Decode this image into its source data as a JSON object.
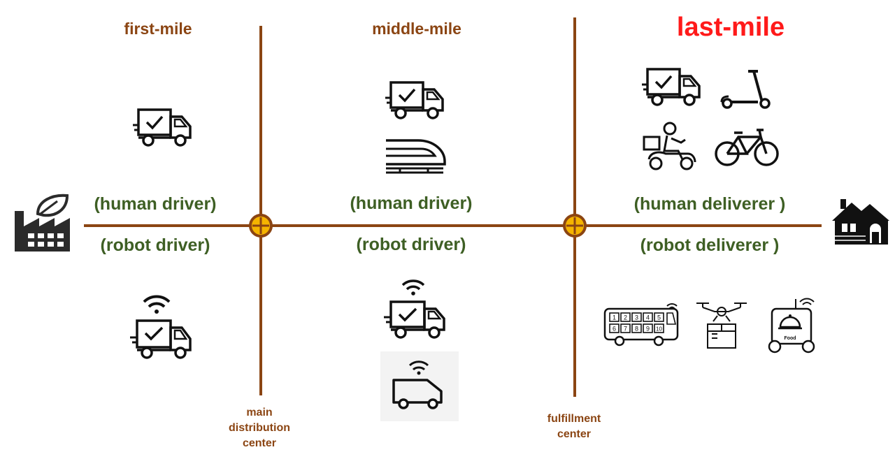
{
  "stages": {
    "first_mile": "first-mile",
    "middle_mile": "middle-mile",
    "last_mile": "last-mile"
  },
  "roles": {
    "first_human": "(human driver)",
    "first_robot": "(robot driver)",
    "middle_human": "(human driver)",
    "middle_robot": "(robot driver)",
    "last_human": "(human deliverer )",
    "last_robot": "(robot deliverer )"
  },
  "nodes": {
    "main_distribution_center": [
      "main",
      "distribution",
      "center"
    ],
    "fulfillment_center": [
      "fulfillment",
      "center"
    ]
  },
  "locker_numbers": [
    "1",
    "2",
    "3",
    "4",
    "5",
    "6",
    "7",
    "8",
    "9",
    "10"
  ],
  "robot_label": "Food",
  "colors": {
    "line": "#8B4513",
    "node_fill": "#f5b400",
    "stage": "#8B4513",
    "highlight": "#ff1a1a",
    "role": "#3e5f24"
  },
  "icons": [
    "factory-icon",
    "house-icon",
    "truck-icon",
    "train-icon",
    "scooter-icon",
    "delivery-moped-icon",
    "bicycle-icon",
    "autonomous-truck-icon",
    "autonomous-van-icon",
    "locker-bus-icon",
    "drone-icon",
    "food-robot-icon",
    "wifi-icon"
  ]
}
